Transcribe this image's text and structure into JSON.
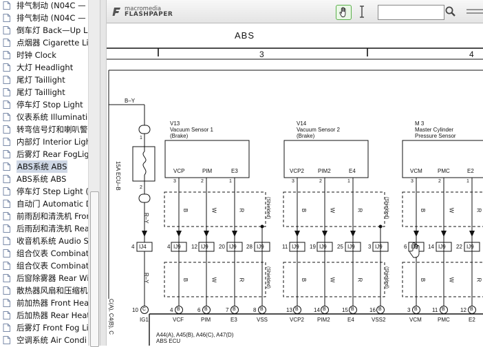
{
  "sidebar": {
    "items": [
      {
        "label": "排气制动 (N04C —"
      },
      {
        "label": "排气制动 (N04C —"
      },
      {
        "label": "倒车灯 Back—Up Li"
      },
      {
        "label": "点烟器 Cigarette Li"
      },
      {
        "label": "时钟 Clock"
      },
      {
        "label": "大灯 Headlight"
      },
      {
        "label": "尾灯 Taillight"
      },
      {
        "label": "尾灯 Taillight"
      },
      {
        "label": "停车灯 Stop Light"
      },
      {
        "label": "仪表系统 Illuminati"
      },
      {
        "label": "转弯信号灯和喇叭警"
      },
      {
        "label": "内部灯 Interior Ligh"
      },
      {
        "label": "后雾灯 Rear FogLig"
      },
      {
        "label": "ABS系统 ABS",
        "selected": true
      },
      {
        "label": "ABS系统 ABS"
      },
      {
        "label": "停车灯 Step Light ("
      },
      {
        "label": "自动门 Automatic D"
      },
      {
        "label": "前雨刮和清洗机 Fror"
      },
      {
        "label": "后雨刮和清洗机 Rea"
      },
      {
        "label": "收音机系统 Audio S"
      },
      {
        "label": "组合仪表 Combinat"
      },
      {
        "label": "组合仪表 Combinat"
      },
      {
        "label": "后窗除雾器 Rear Wi"
      },
      {
        "label": "散热器风扇和压缩机"
      },
      {
        "label": "前加热器 Front Hea"
      },
      {
        "label": "后加热器 Rear Heat"
      },
      {
        "label": "后雾灯 Front Fog Li"
      },
      {
        "label": "空调系统 Air Condi"
      }
    ]
  },
  "toolbar": {
    "logo_top": "macromedia",
    "logo_bottom": "FLASHPAPER",
    "hand_icon": "hand-icon",
    "text_select_icon": "ibeam-icon",
    "search_value": "",
    "search_icon": "search-icon",
    "menu_icon": "menu-icon"
  },
  "doc": {
    "title": "ABS",
    "col3": "3",
    "col4": "4",
    "wire_by_top": "B–Y",
    "fuse_label": "15A ECU–B",
    "fuse_pin1": "1",
    "fuse_pin2": "2",
    "wire_ry_1": "R–Y",
    "wire_ry_2": "R–Y",
    "ij4_left": "4",
    "ij4": "IJ4",
    "s1": {
      "id": "V13",
      "name": "Vacuum Sensor 1",
      "sub": "(Brake)",
      "pins": [
        "VCP",
        "PIM",
        "E3"
      ],
      "pinnums": [
        "3",
        "2",
        "1"
      ]
    },
    "s2": {
      "id": "V14",
      "name": "Vacuum Sensor 2",
      "sub": "(Brake)",
      "pins": [
        "VCP2",
        "PIM2",
        "E4"
      ],
      "pinnums": [
        "3",
        "2",
        "1"
      ]
    },
    "s3": {
      "id": "M 3",
      "name": "Master Cylinder",
      "sub": "Pressure Sensor",
      "pins": [
        "VCM",
        "PMC",
        "E2"
      ],
      "pinnums": [
        "3",
        "2",
        "1"
      ]
    },
    "colors_a": [
      "B",
      "W",
      "R"
    ],
    "colors_b": [
      "B",
      "W",
      "R"
    ],
    "colors_c": [
      "B",
      "W",
      "R"
    ],
    "colors_d": [
      "B",
      "W",
      "R"
    ],
    "colors_e": [
      "B",
      "W",
      "R"
    ],
    "colors_f": [
      "B",
      "W",
      "R"
    ],
    "shielded": "(Shielded)",
    "ij9_row": [
      {
        "n": "4",
        "t": "IJ9"
      },
      {
        "n": "12",
        "t": "IJ9"
      },
      {
        "n": "20",
        "t": "IJ9"
      },
      {
        "n": "28",
        "t": "IJ9"
      },
      {
        "n": "11",
        "t": "IJ9"
      },
      {
        "n": "19",
        "t": "IJ9"
      },
      {
        "n": "25",
        "t": "IJ9"
      },
      {
        "n": "3",
        "t": "IJ9"
      },
      {
        "n": "6",
        "t": "IJ9"
      },
      {
        "n": "14",
        "t": "IJ9"
      },
      {
        "n": "22",
        "t": "IJ9"
      }
    ],
    "ecu_pins": [
      {
        "n": "10",
        "c": "C",
        "label": "IG1"
      },
      {
        "n": "4",
        "c": "B",
        "label": "VCF"
      },
      {
        "n": "6",
        "c": "B",
        "label": "PIM"
      },
      {
        "n": "7",
        "c": "B",
        "label": "E3"
      },
      {
        "n": "8",
        "c": "B",
        "label": "VSS"
      },
      {
        "n": "13",
        "c": "B",
        "label": "VCP2"
      },
      {
        "n": "14",
        "c": "B",
        "label": "PIM2"
      },
      {
        "n": "15",
        "c": "B",
        "label": "E4"
      },
      {
        "n": "16",
        "c": "B",
        "label": "VSS2"
      },
      {
        "n": "3",
        "c": "B",
        "label": "VCM"
      },
      {
        "n": "11",
        "c": "B",
        "label": "PMC"
      },
      {
        "n": "12",
        "c": "B",
        "label": "E2"
      }
    ],
    "ecu_connectors": "A44(A), A45(B), A46(C), A47(D)",
    "ecu_name": "ABS ECU",
    "side_label": "C(A), C4(B), C"
  }
}
